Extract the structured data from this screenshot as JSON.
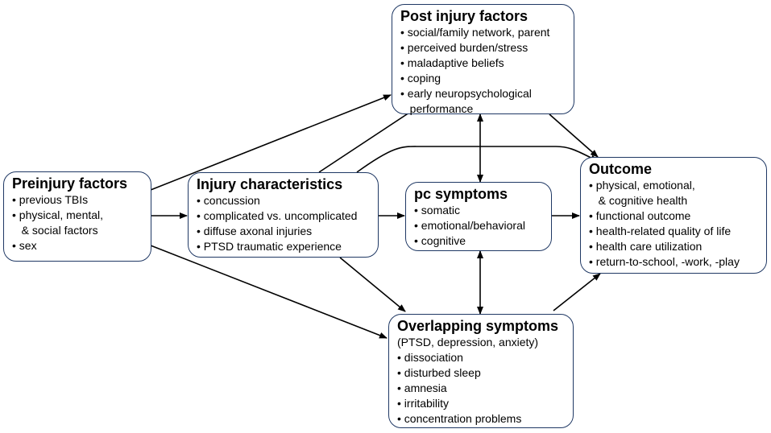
{
  "colors": {
    "border": "#1f3864",
    "arrow": "#000000"
  },
  "boxes": {
    "post": {
      "title": "Post injury factors",
      "items": [
        "• social/family network, parent",
        "• perceived burden/stress",
        "• maladaptive beliefs",
        "• coping",
        "• early neuropsychological\n   performance"
      ]
    },
    "pre": {
      "title": "Preinjury factors",
      "items": [
        "• previous TBIs",
        "• physical, mental,\n   & social factors",
        "• sex"
      ]
    },
    "injury": {
      "title": "Injury characteristics",
      "items": [
        "• concussion",
        "• complicated vs. uncomplicated",
        "• diffuse axonal injuries",
        "• PTSD traumatic experience"
      ]
    },
    "pc": {
      "title": "pc symptoms",
      "items": [
        "• somatic",
        "• emotional/behavioral",
        "• cognitive"
      ]
    },
    "outcome": {
      "title": "Outcome",
      "items": [
        "• physical, emotional,\n   & cognitive health",
        "• functional outcome",
        "• health-related quality of life",
        "• health care utilization",
        "• return-to-school, -work, -play"
      ]
    },
    "overlap": {
      "title": "Overlapping symptoms",
      "subtitle": "(PTSD, depression, anxiety)",
      "items": [
        "• dissociation",
        "• disturbed sleep",
        "• amnesia",
        "• irritability",
        "• concentration problems"
      ]
    }
  }
}
